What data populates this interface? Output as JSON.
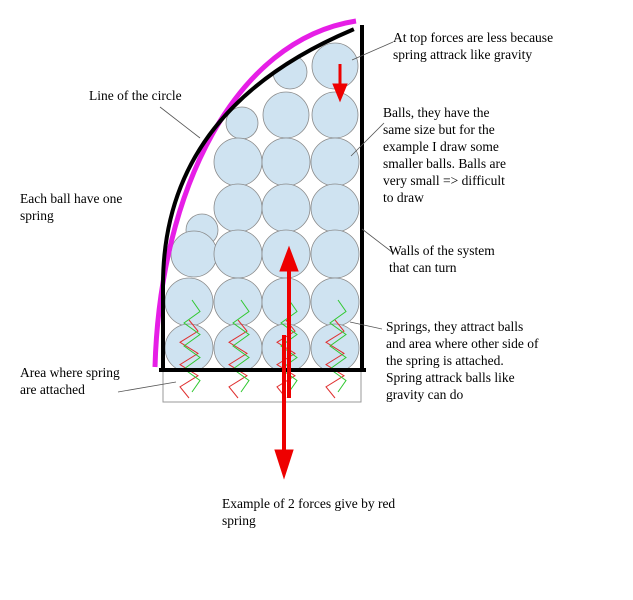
{
  "diagram": {
    "colors": {
      "ball_fill": "#cfe3f1",
      "ball_stroke": "#8a8a8a",
      "wall": "#000000",
      "circle_line": "#e61ee6",
      "force_arrow": "#ee0000",
      "spring_red": "#e03030",
      "spring_green": "#30c830",
      "pointer_line": "#555555"
    },
    "annotations": {
      "top_forces": [
        "At top forces are less because",
        "spring attrack like gravity"
      ],
      "circle_line": [
        "Line of the circle"
      ],
      "balls": [
        "Balls, they have the",
        "same size but for the",
        "example I draw some",
        "smaller balls. Balls are",
        "very small => difficult",
        "to draw"
      ],
      "one_spring": [
        "Each ball have one",
        "spring"
      ],
      "walls": [
        "Walls of the system",
        "that can turn"
      ],
      "springs": [
        "Springs, they attract balls",
        "and area where other side of",
        "the spring is attached.",
        "Spring attrack balls like",
        "gravity can do"
      ],
      "attach_area": [
        "Area where spring",
        "are attached"
      ],
      "two_forces": [
        "Example of 2 forces give by red",
        "spring"
      ]
    }
  }
}
